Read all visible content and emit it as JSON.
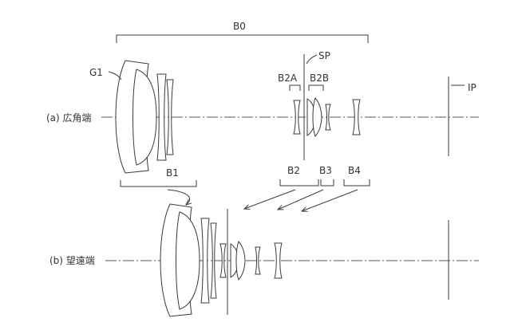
{
  "labels": {
    "b0": "B0",
    "g1": "G1",
    "sp": "SP",
    "b2a": "B2A",
    "b2b": "B2B",
    "ip": "IP",
    "b1": "B1",
    "b2": "B2",
    "b3": "B3",
    "b4": "B4",
    "wide": "(a) 広角端",
    "tele": "(b) 望遠端"
  }
}
